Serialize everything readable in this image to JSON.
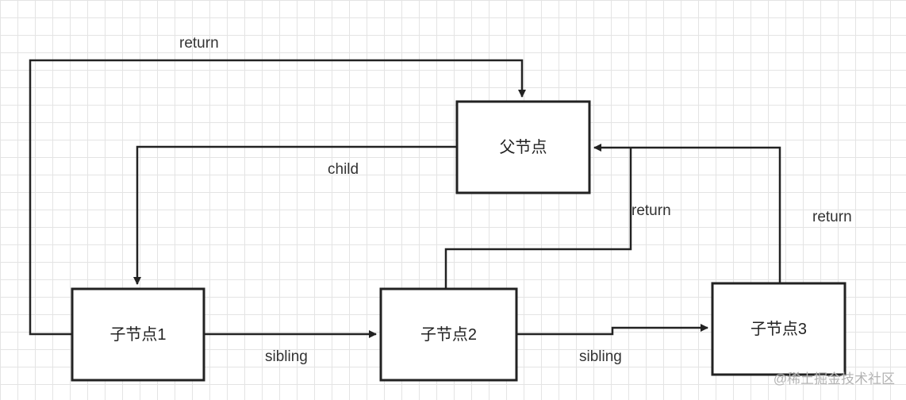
{
  "nodes": {
    "parent": "父节点",
    "child1": "子节点1",
    "child2": "子节点2",
    "child3": "子节点3"
  },
  "edges": {
    "return_child1": "return",
    "child": "child",
    "return_child2": "return",
    "return_child3": "return",
    "sibling_1_2": "sibling",
    "sibling_2_3": "sibling"
  },
  "watermark": "@稀土掘金技术社区"
}
